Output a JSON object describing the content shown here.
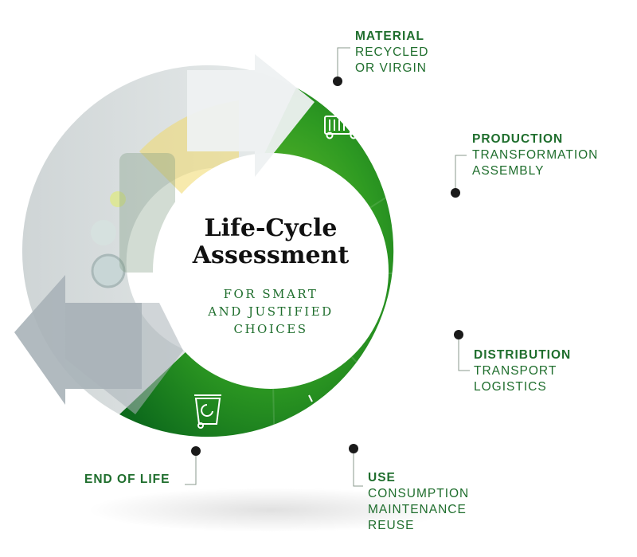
{
  "center": {
    "title_line1": "Life-Cycle",
    "title_line2": "Assessment",
    "subtitle_line1": "FOR SMART",
    "subtitle_line2": "AND JUSTIFIED",
    "subtitle_line3": "CHOICES"
  },
  "stages": {
    "material": {
      "heading": "MATERIAL",
      "lines": [
        "RECYCLED",
        "OR VIRGIN"
      ],
      "icon": "recycling-truck-icon"
    },
    "production": {
      "heading": "PRODUCTION",
      "lines": [
        "TRANSFORMATION",
        "ASSEMBLY"
      ],
      "icon": "factory-icon"
    },
    "distribution": {
      "heading": "DISTRIBUTION",
      "lines": [
        "TRANSPORT",
        "LOGISTICS"
      ],
      "icon": "delivery-truck-icon"
    },
    "use": {
      "heading": "USE",
      "lines": [
        "CONSUMPTION",
        "MAINTENANCE",
        "REUSE"
      ],
      "icon": "gear-hand-icon"
    },
    "end_of_life": {
      "heading": "END OF LIFE",
      "icon": "recycle-bin-icon"
    }
  },
  "colors": {
    "green_dark": "#1f6e2d",
    "green_bright": "#34a01f",
    "arrow_gray": "#a9b3b8",
    "arrow_light": "#e9ecee"
  }
}
